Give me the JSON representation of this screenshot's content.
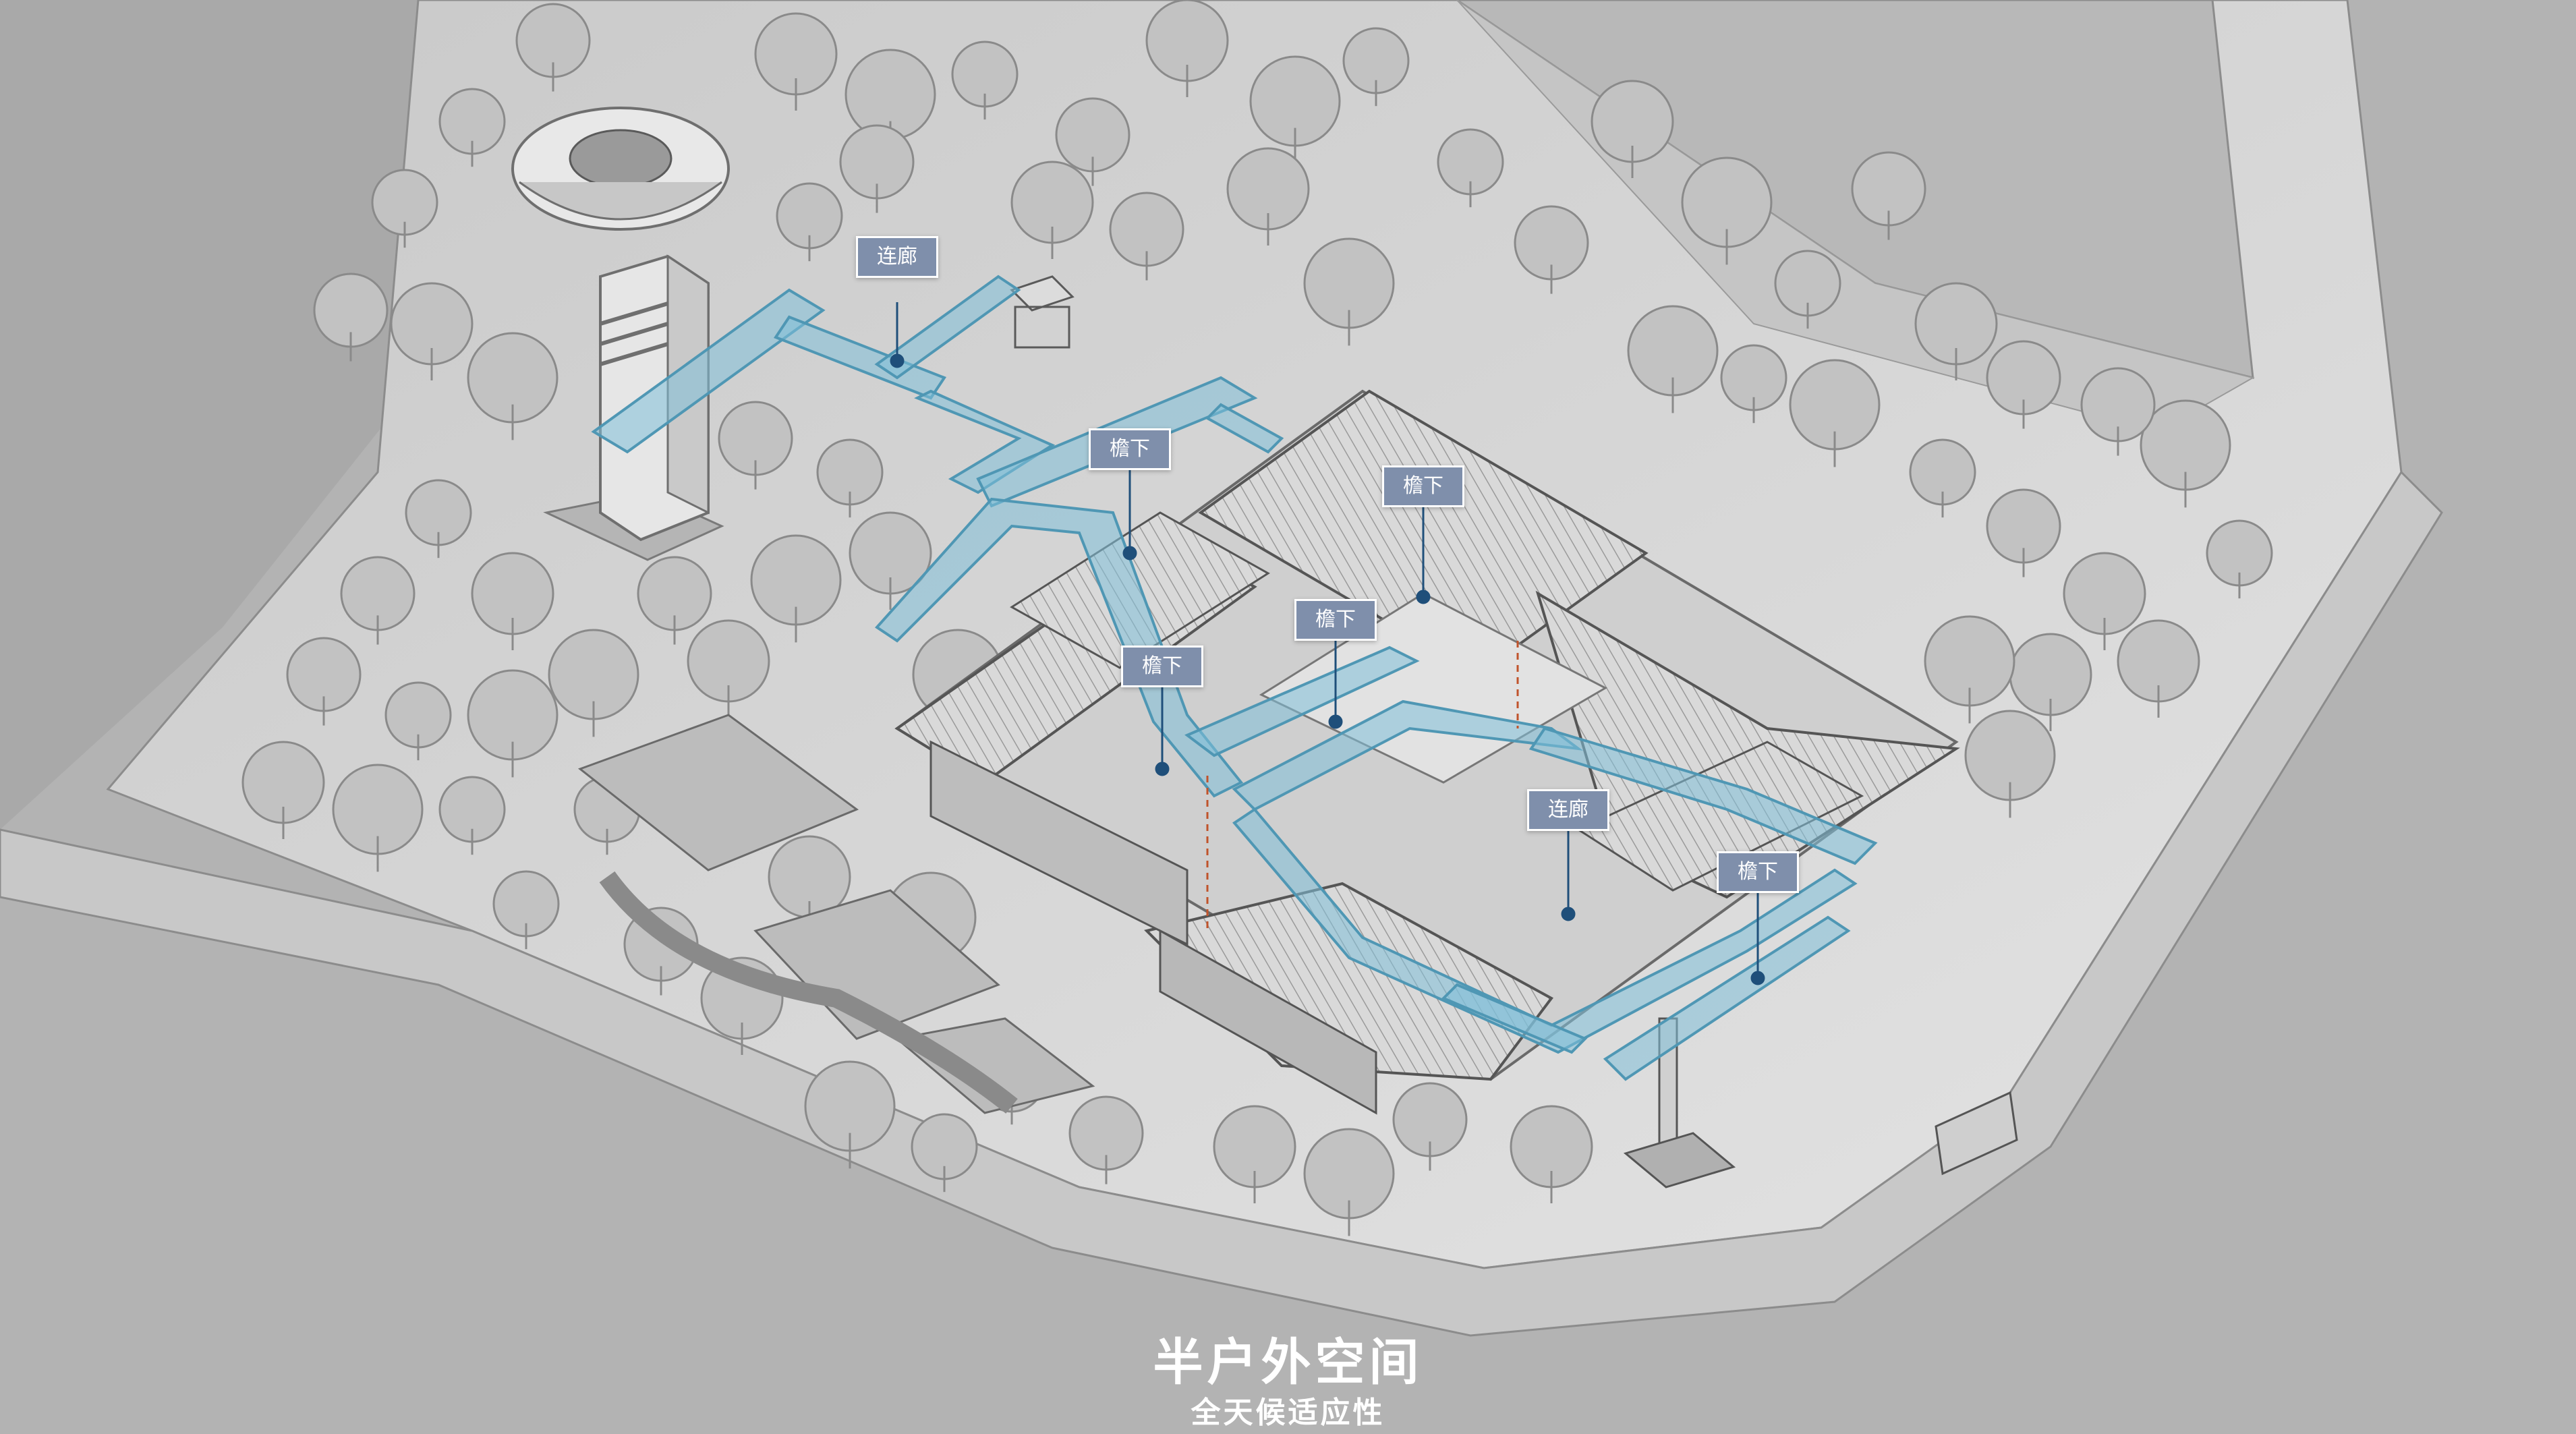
{
  "diagram": {
    "title": "半户外空间",
    "subtitle": "全天候适应性",
    "callouts": [
      {
        "id": "corridor-top",
        "label": "连廊"
      },
      {
        "id": "eave-1",
        "label": "檐下"
      },
      {
        "id": "eave-2",
        "label": "檐下"
      },
      {
        "id": "eave-3",
        "label": "檐下"
      },
      {
        "id": "eave-4",
        "label": "檐下"
      },
      {
        "id": "corridor-right",
        "label": "连廊"
      },
      {
        "id": "eave-5",
        "label": "檐下"
      }
    ]
  },
  "colors": {
    "background": "#a9a9a9",
    "ground": "#d6d6d6",
    "path_highlight": "#7fc0d8",
    "label_bg": "#7f8fab",
    "marker": "#1f4f7a"
  }
}
